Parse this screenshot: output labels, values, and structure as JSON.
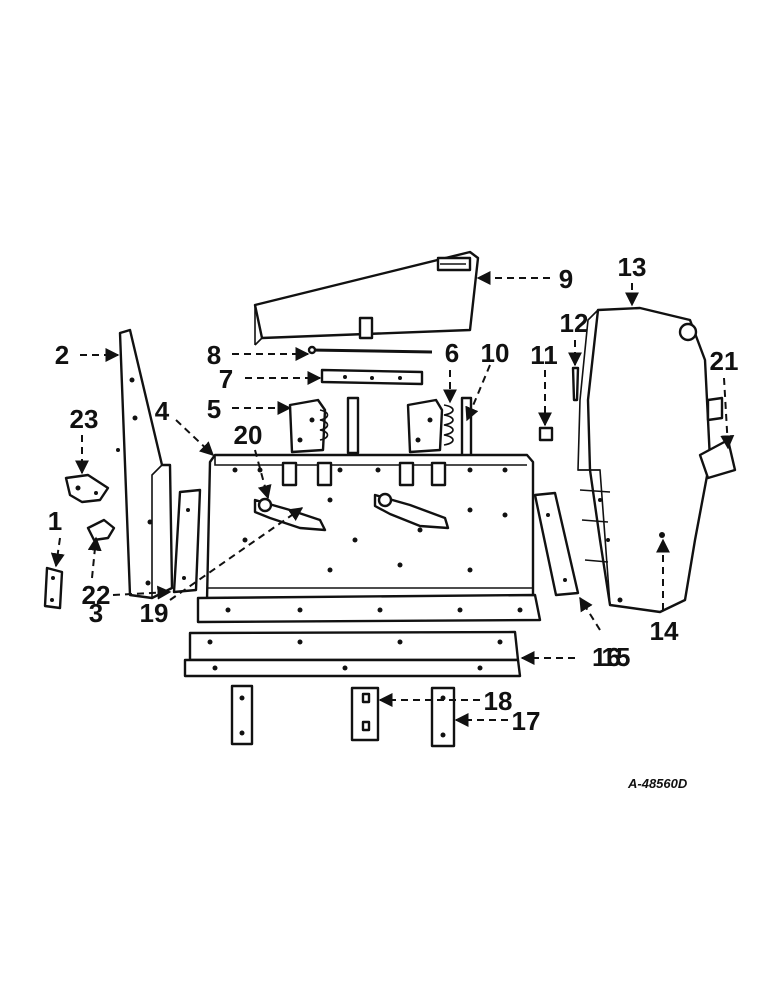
{
  "callouts": {
    "c1": "1",
    "c2": "2",
    "c3": "3",
    "c4": "4",
    "c5": "5",
    "c6": "6",
    "c7": "7",
    "c8": "8",
    "c9": "9",
    "c10": "10",
    "c11": "11",
    "c12": "12",
    "c13": "13",
    "c14": "14",
    "c15": "15",
    "c16": "16",
    "c17": "17",
    "c18": "18",
    "c19": "19",
    "c20": "20",
    "c21": "21",
    "c22": "22",
    "c23": "23"
  },
  "drawing_ref": "A-48560D"
}
